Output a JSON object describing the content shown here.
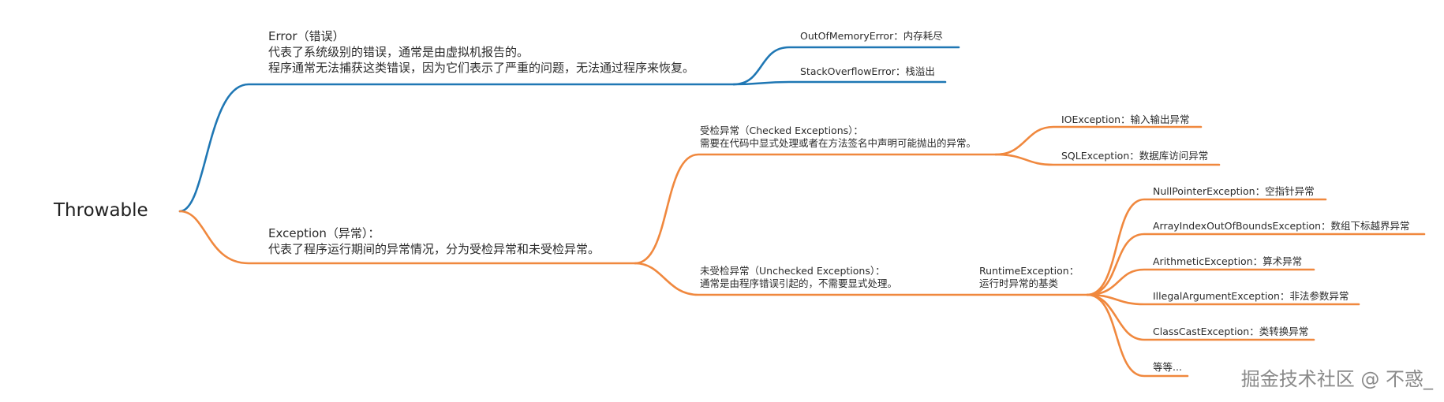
{
  "root": {
    "label": "Throwable"
  },
  "colors": {
    "error_branch": "#1f77b4",
    "exception_branch": "#f0883e",
    "text": "#2b2b2b"
  },
  "error": {
    "title": "Error（错误）",
    "line1": "代表了系统级别的错误，通常是由虚拟机报告的。",
    "line2": "程序通常无法捕获这类错误，因为它们表示了严重的问题，无法通过程序来恢复。",
    "children": [
      {
        "label": "OutOfMemoryError：内存耗尽"
      },
      {
        "label": "StackOverflowError：栈溢出"
      }
    ]
  },
  "exception": {
    "title": "Exception（异常）：",
    "line1": "代表了程序运行期间的异常情况，分为受检异常和未受检异常。",
    "checked": {
      "title": "受检异常（Checked Exceptions）：",
      "desc": "需要在代码中显式处理或者在方法签名中声明可能抛出的异常。",
      "children": [
        {
          "label": "IOException：输入输出异常"
        },
        {
          "label": "SQLException：数据库访问异常"
        }
      ]
    },
    "unchecked": {
      "title": "未受检异常（Unchecked Exceptions）：",
      "desc": "通常是由程序错误引起的，不需要显式处理。",
      "runtime": {
        "title": "RuntimeException：",
        "desc": "运行时异常的基类",
        "children": [
          {
            "label": "NullPointerException：空指针异常"
          },
          {
            "label": "ArrayIndexOutOfBoundsException：数组下标越界异常"
          },
          {
            "label": "ArithmeticException：算术异常"
          },
          {
            "label": "IllegalArgumentException：非法参数异常"
          },
          {
            "label": "ClassCastException：类转换异常"
          },
          {
            "label": "等等..."
          }
        ]
      }
    }
  },
  "watermark": "掘金技术社区 @ 不惑_"
}
